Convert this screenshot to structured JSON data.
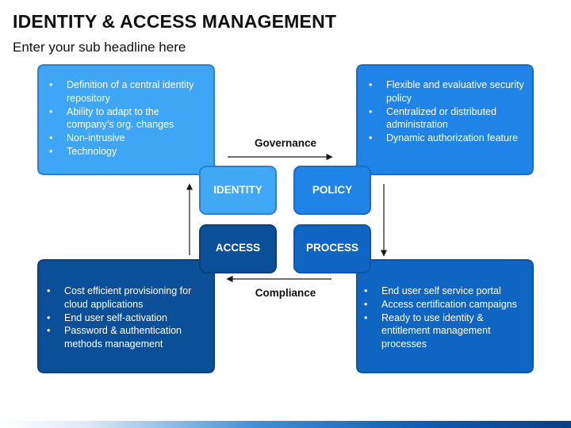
{
  "header": {
    "title": "IDENTITY & ACCESS MANAGEMENT",
    "subtitle": "Enter your sub headline here"
  },
  "quadrants": {
    "identity": {
      "label": "IDENTITY",
      "color": "#3ea6f5",
      "tab_color": "#41a8f5",
      "bullets": [
        "Definition of a central identity repository",
        "Ability to adapt to the company’s org. changes",
        "Non-intrusive",
        "Technology"
      ]
    },
    "policy": {
      "label": "POLICY",
      "color": "#1f84e6",
      "tab_color": "#1f84e6",
      "bullets": [
        "Flexible and evaluative security policy",
        "Centralized or distributed administration",
        "Dynamic authorization feature"
      ]
    },
    "access": {
      "label": "ACCESS",
      "color": "#0b4f99",
      "tab_color": "#0b4f99",
      "bullets": [
        "Cost efficient provisioning for cloud applications",
        "End user self-activation",
        "Password & authentication methods management"
      ]
    },
    "process": {
      "label": "PROCESS",
      "color": "#0f66c2",
      "tab_color": "#0f66c2",
      "bullets": [
        "End user self service portal",
        "Access certification campaigns",
        "Ready to use identity & entitlement management processes"
      ]
    }
  },
  "flows": {
    "governance": "Governance",
    "compliance": "Compliance"
  }
}
